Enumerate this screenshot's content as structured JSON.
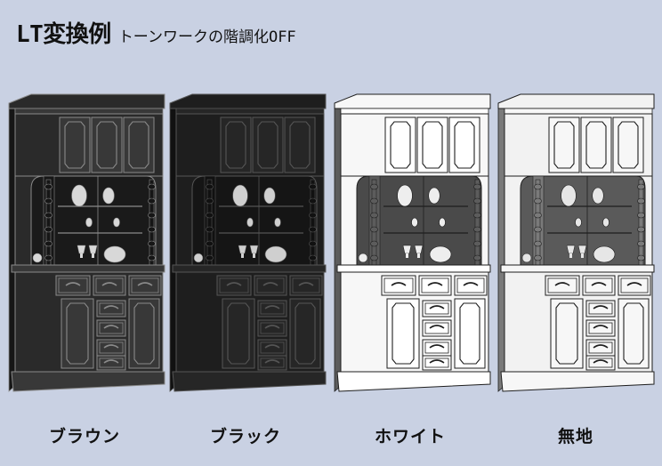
{
  "title": "LT変換例",
  "subtitle": "トーンワークの階調化OFF",
  "variants": [
    {
      "label": "ブラウン",
      "colors": {
        "body": "#2a2a2a",
        "side": "#161616",
        "line": "#8a8a8a",
        "panel": "#383838",
        "glass": "#1a1a1a",
        "dish": "#d8d8d8"
      }
    },
    {
      "label": "ブラック",
      "colors": {
        "body": "#1e1e1e",
        "side": "#111111",
        "line": "#555555",
        "panel": "#262626",
        "glass": "#151515",
        "dish": "#cfcfcf"
      }
    },
    {
      "label": "ホワイト",
      "colors": {
        "body": "#f7f7f7",
        "side": "#5c5c5c",
        "line": "#1e1e1e",
        "panel": "#ffffff",
        "glass": "#4a4a4a",
        "dish": "#eeeeee"
      }
    },
    {
      "label": "無地",
      "colors": {
        "body": "#f2f2f2",
        "side": "#7a7a7a",
        "line": "#1e1e1e",
        "panel": "#f7f7f7",
        "glass": "#5a5a5a",
        "dish": "#e6e6e6"
      }
    }
  ]
}
